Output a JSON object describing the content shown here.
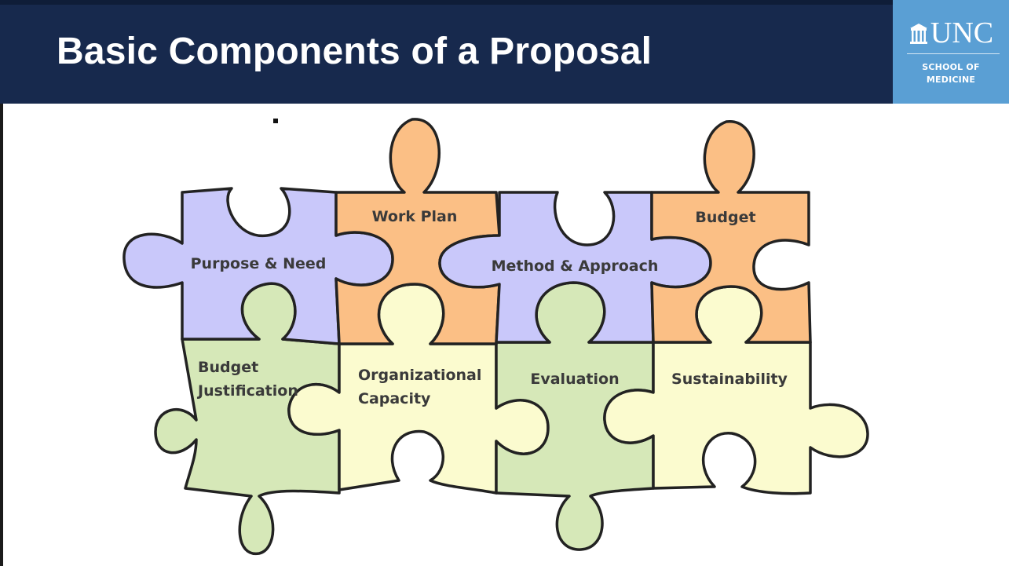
{
  "slide": {
    "title": "Basic Components of a Proposal"
  },
  "logo": {
    "wordmark": "UNC",
    "line1": "SCHOOL OF",
    "line2": "MEDICINE",
    "background": "#5a9fd4"
  },
  "colors": {
    "header": "#17294d",
    "purple": "#c9c8fa",
    "orange": "#fbbf85",
    "green": "#d6e8b8",
    "yellow": "#fbfbcf",
    "outline": "#222222"
  },
  "pieces": [
    {
      "label": "Purpose & Need",
      "color": "purple"
    },
    {
      "label": "Work Plan",
      "color": "orange"
    },
    {
      "label": "Method & Approach",
      "color": "purple"
    },
    {
      "label": "Budget",
      "color": "orange"
    },
    {
      "label_line1": "Budget",
      "label_line2": "Justification",
      "color": "green"
    },
    {
      "label_line1": "Organizational",
      "label_line2": "Capacity",
      "color": "yellow"
    },
    {
      "label": "Evaluation",
      "color": "green"
    },
    {
      "label": "Sustainability",
      "color": "yellow"
    }
  ]
}
